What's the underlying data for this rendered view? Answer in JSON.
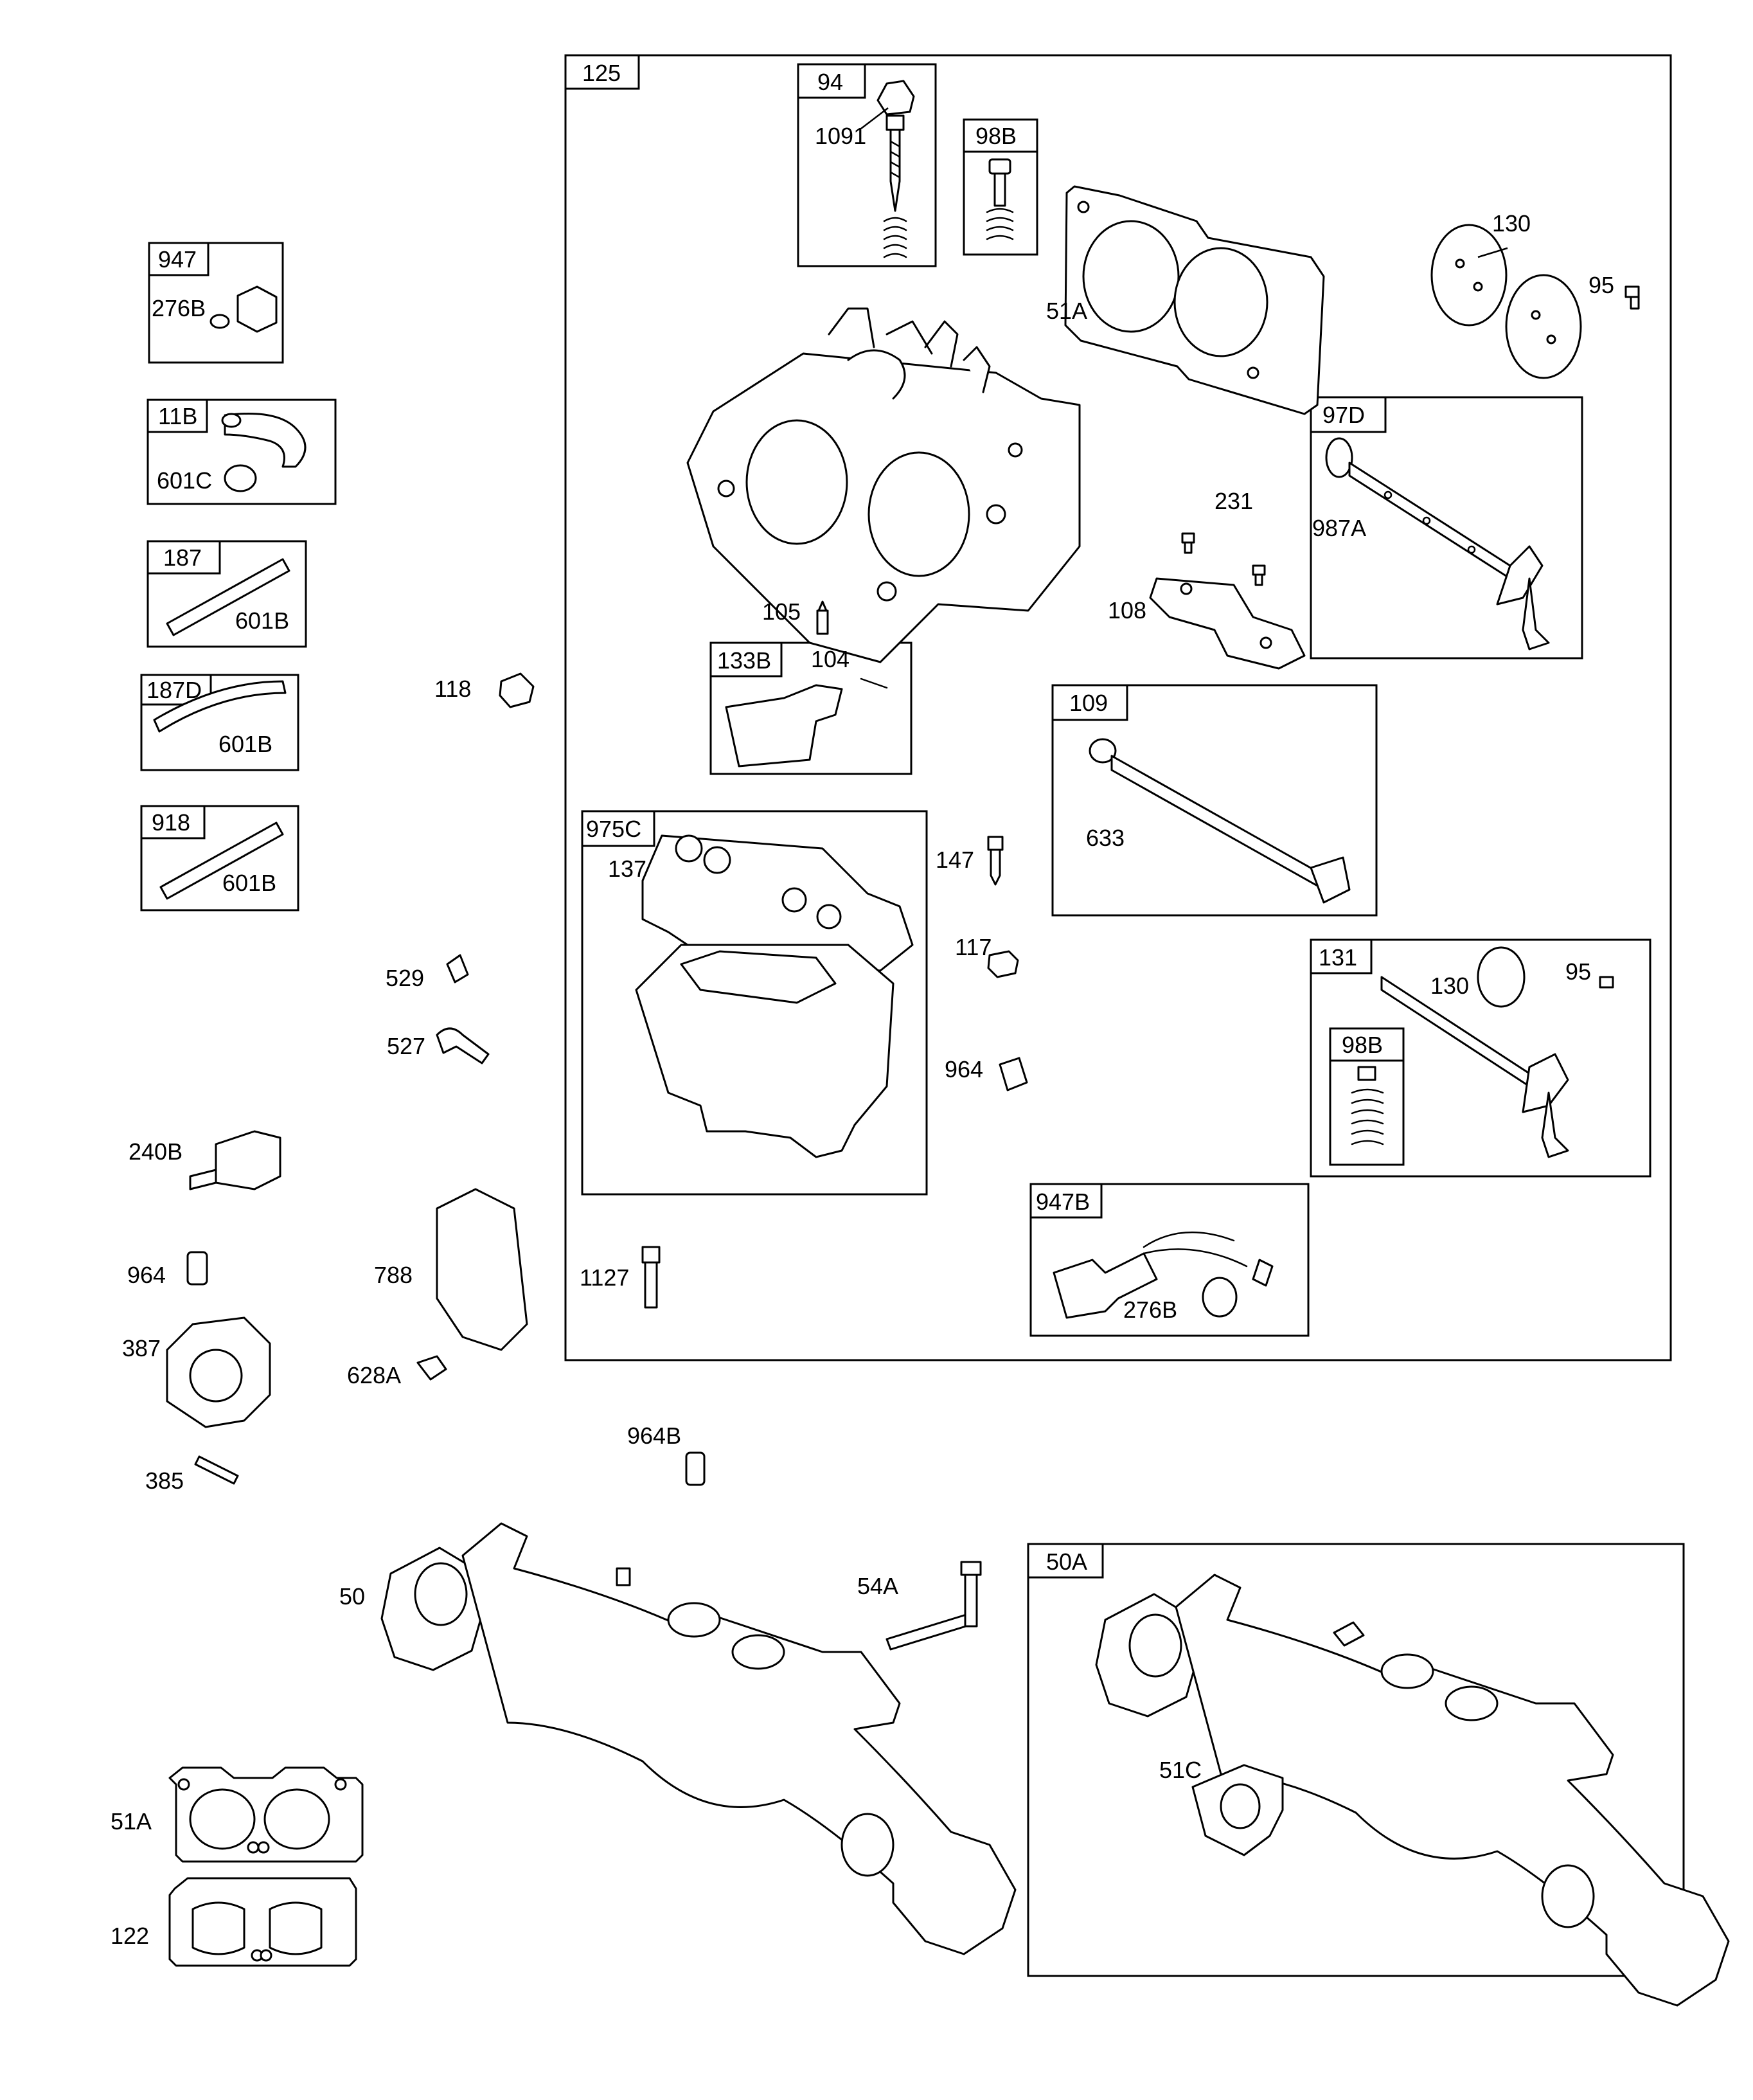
{
  "boxes": [
    {
      "tag": "125"
    },
    {
      "tag": "94"
    },
    {
      "tag": "98B"
    },
    {
      "tag": "947"
    },
    {
      "tag": "11B"
    },
    {
      "tag": "187"
    },
    {
      "tag": "187D"
    },
    {
      "tag": "918"
    },
    {
      "tag": "97D"
    },
    {
      "tag": "133B"
    },
    {
      "tag": "109"
    },
    {
      "tag": "975C"
    },
    {
      "tag": "131"
    },
    {
      "tag": "98B"
    },
    {
      "tag": "947B"
    },
    {
      "tag": "50A"
    }
  ],
  "labels": [
    "1091",
    "276B",
    "601C",
    "601B",
    "601B",
    "601B",
    "118",
    "529",
    "527",
    "240B",
    "964",
    "387",
    "788",
    "628A",
    "385",
    "51A",
    "130",
    "95",
    "231",
    "987A",
    "108",
    "105",
    "104",
    "633",
    "137",
    "147",
    "117",
    "964",
    "130",
    "95",
    "1127",
    "276B",
    "964B",
    "50",
    "54A",
    "51C",
    "51A",
    "122"
  ],
  "colors": {
    "line": "#000000",
    "background": "#ffffff"
  }
}
